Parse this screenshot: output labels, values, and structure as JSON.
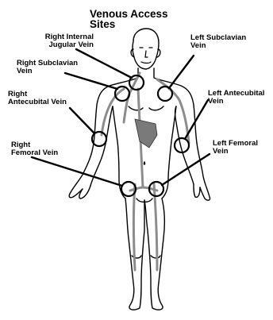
{
  "title": "Venous Access\nSites",
  "labels": {
    "right_internal_jugular": "Right Internal\nJugular Vein",
    "right_subclavian": "Right Subclavian\nVein",
    "right_antecubital": "Right\nAntecubital Vein",
    "right_femoral": "Right\nFemoral Vein",
    "left_subclavian": "Left Subclavian\nVein",
    "left_antecubital": "Left Antecubital\nVein",
    "left_femoral": "Left Femoral\nVein"
  },
  "colors": {
    "ink": "#000000",
    "vein_fill": "#8c8c8c",
    "heart_fill": "#7a7a7a",
    "background": "#ffffff"
  }
}
